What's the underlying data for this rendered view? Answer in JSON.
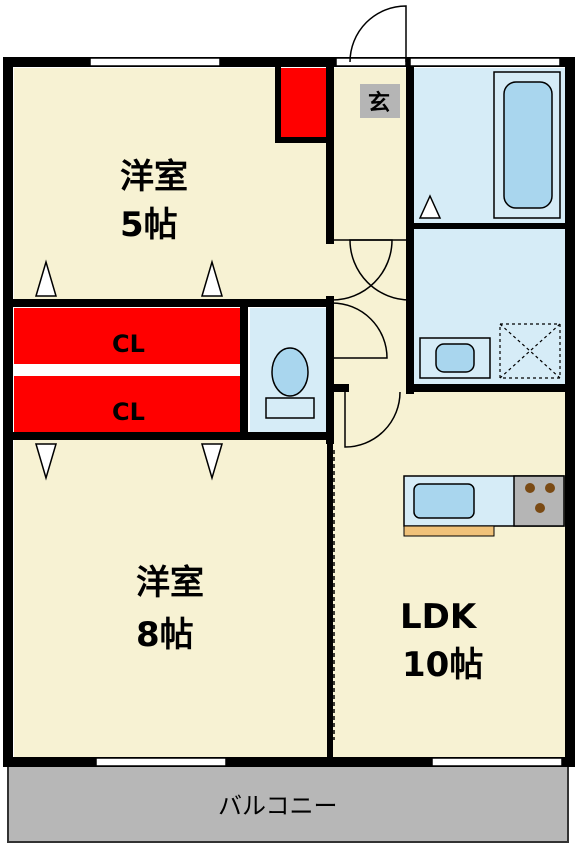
{
  "rooms": {
    "bedroom_top": {
      "name": "洋室",
      "size": "5帖"
    },
    "bedroom_bottom": {
      "name": "洋室",
      "size": "8帖"
    },
    "ldk": {
      "name": "LDK",
      "size": "10帖"
    }
  },
  "closets": {
    "top": "CL",
    "bottom": "CL"
  },
  "entrance": "玄",
  "balcony": "バルコニー",
  "colors": {
    "room_fill": "#f7f2d3",
    "wet_fill": "#d6ecf7",
    "closet": "#ff0000",
    "wall": "#000000",
    "balcony": "#b7b7b7"
  }
}
